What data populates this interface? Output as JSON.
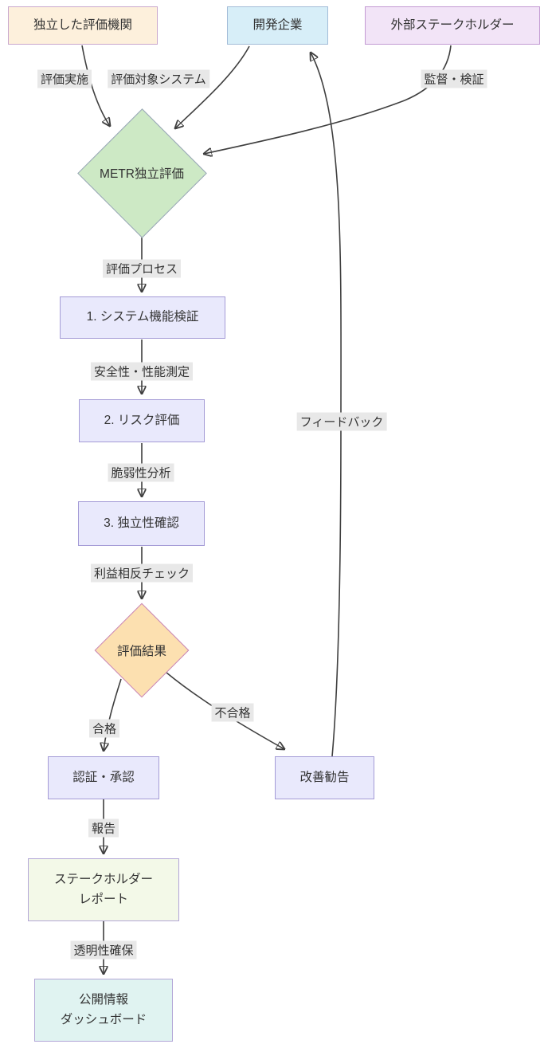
{
  "diagram": {
    "title": "METR independent evaluation flowchart",
    "nodes": {
      "evaluator": {
        "label": "独立した評価機関"
      },
      "developer": {
        "label": "開発企業"
      },
      "stakeholder": {
        "label": "外部ステークホルダー"
      },
      "metr": {
        "label": "METR独立評価"
      },
      "step1": {
        "label": "1. システム機能検証"
      },
      "step2": {
        "label": "2. リスク評価"
      },
      "step3": {
        "label": "3. 独立性確認"
      },
      "result": {
        "label": "評価結果"
      },
      "approve": {
        "label": "認証・承認"
      },
      "recommend": {
        "label": "改善勧告"
      },
      "report": {
        "label": "ステークホルダー\nレポート"
      },
      "dashboard": {
        "label": "公開情報\nダッシュボード"
      }
    },
    "edge_labels": {
      "conduct": "評価実施",
      "target_system": "評価対象システム",
      "supervision": "監督・検証",
      "process": "評価プロセス",
      "safety": "安全性・性能測定",
      "vulnerability": "脆弱性分析",
      "conflict": "利益相反チェック",
      "feedback": "フィードバック",
      "pass": "合格",
      "fail": "不合格",
      "report": "報告",
      "transparency": "透明性確保"
    },
    "edges": [
      {
        "from": "独立した評価機関",
        "to": "METR独立評価",
        "label": "評価実施"
      },
      {
        "from": "開発企業",
        "to": "METR独立評価",
        "label": "評価対象システム"
      },
      {
        "from": "外部ステークホルダー",
        "to": "METR独立評価",
        "label": "監督・検証"
      },
      {
        "from": "METR独立評価",
        "to": "1. システム機能検証",
        "label": "評価プロセス"
      },
      {
        "from": "1. システム機能検証",
        "to": "2. リスク評価",
        "label": "安全性・性能測定"
      },
      {
        "from": "2. リスク評価",
        "to": "3. 独立性確認",
        "label": "脆弱性分析"
      },
      {
        "from": "3. 独立性確認",
        "to": "評価結果",
        "label": "利益相反チェック"
      },
      {
        "from": "評価結果",
        "to": "認証・承認",
        "label": "合格"
      },
      {
        "from": "評価結果",
        "to": "改善勧告",
        "label": "不合格"
      },
      {
        "from": "改善勧告",
        "to": "開発企業",
        "label": "フィードバック"
      },
      {
        "from": "認証・承認",
        "to": "ステークホルダーレポート",
        "label": "報告"
      },
      {
        "from": "ステークホルダーレポート",
        "to": "公開情報ダッシュボード",
        "label": "透明性確保"
      }
    ],
    "colors": {
      "evaluator_fill": "#fdf0dc",
      "evaluator_border": "#c9a8cd",
      "developer_fill": "#d7eef8",
      "developer_border": "#a3bcd8",
      "stakeholder_fill": "#f2e4f7",
      "stakeholder_border": "#c39bd3",
      "metr_fill": "#cde9c5",
      "metr_border": "#9aa7b8",
      "process_fill": "#e9e9fc",
      "process_border": "#a49bd6",
      "result_fill": "#fce0b0",
      "result_border": "#c884b8",
      "report_fill": "#f3f9e8",
      "report_border": "#b3a6d7",
      "dashboard_fill": "#e0f3f1",
      "dashboard_border": "#b3a6d7",
      "edge_label_bg": "#e8e8e8",
      "text": "#333333",
      "line": "#3f3f3f",
      "background": "#ffffff"
    }
  }
}
